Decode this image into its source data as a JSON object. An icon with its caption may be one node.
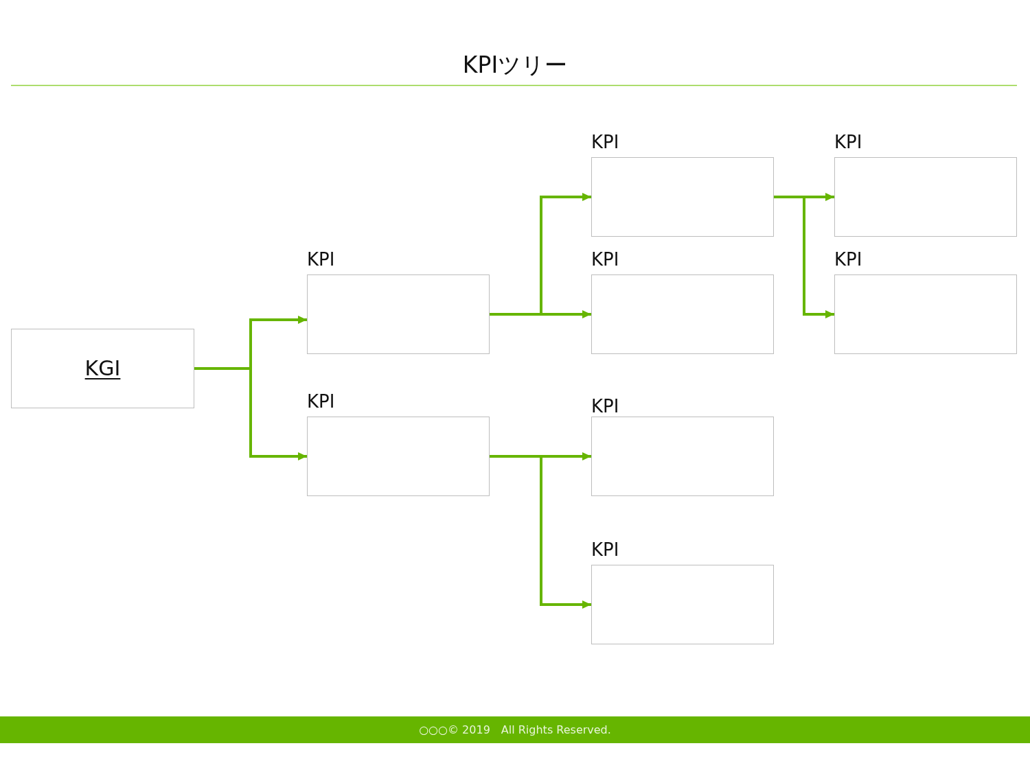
{
  "diagram": {
    "title": "KPIツリー",
    "nodes": [
      {
        "text": [
          "KGI"
        ]
      },
      {
        "text": [
          "KPI"
        ]
      },
      {
        "text": [
          "KPI"
        ]
      },
      {
        "text": [
          "KPI"
        ]
      },
      {
        "text": [
          "KPI"
        ]
      },
      {
        "text": [
          "KPI"
        ]
      },
      {
        "text": [
          "KPI"
        ]
      },
      {
        "text": [
          "KPI"
        ]
      },
      {
        "text": [
          "KPI"
        ]
      }
    ],
    "edges": [
      {
        "from": 0,
        "to": 1,
        "arrow": "to"
      },
      {
        "from": 0,
        "to": 2,
        "arrow": "to"
      },
      {
        "from": 1,
        "to": 3,
        "arrow": "to"
      },
      {
        "from": 1,
        "to": 4,
        "arrow": "to"
      },
      {
        "from": 2,
        "to": 5,
        "arrow": "to"
      },
      {
        "from": 2,
        "to": 6,
        "arrow": "to"
      },
      {
        "from": 3,
        "to": 7,
        "arrow": "to"
      },
      {
        "from": 3,
        "to": 8,
        "arrow": "to"
      }
    ],
    "labels": [
      "○○○© 2019　All Rights Reserved."
    ]
  }
}
